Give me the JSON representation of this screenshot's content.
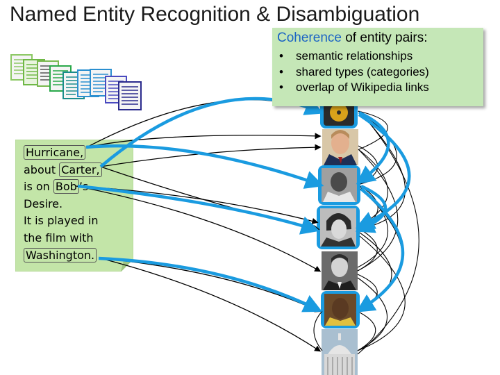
{
  "title": "Named Entity Recognition & Disambiguation",
  "coherence": {
    "keyword": "Coherence",
    "rest": " of entity pairs:",
    "bullets": [
      "semantic relationships",
      "shared types (categories)",
      "overlap of Wikipedia links"
    ]
  },
  "note": {
    "lines": [
      {
        "pre": "",
        "mention": "Hurricane,",
        "post": ""
      },
      {
        "pre": "about ",
        "mention": "Carter,",
        "post": ""
      },
      {
        "pre": "is on ",
        "mention": "Bob",
        "post": "’s"
      },
      {
        "pre": "Desire.",
        "mention": "",
        "post": ""
      },
      {
        "pre": "It is played in",
        "mention": "",
        "post": ""
      },
      {
        "pre": "the film with",
        "mention": "",
        "post": ""
      },
      {
        "pre": "",
        "mention": "Washington.",
        "post": ""
      }
    ]
  },
  "colors": {
    "accent_blue": "#1a9be0",
    "note_green": "#c3e5a8",
    "box_green": "#c5e7b7",
    "keyword_blue": "#1a63c4"
  }
}
